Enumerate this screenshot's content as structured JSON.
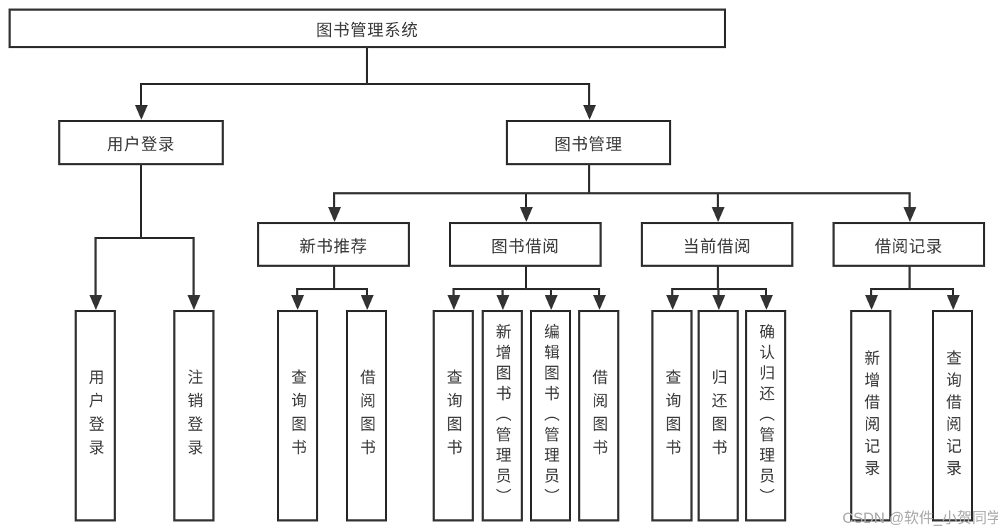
{
  "diagram": {
    "type": "hierarchy-tree",
    "title": "图书管理系统",
    "watermark": "CSDN @软件_小贺同学",
    "colors": {
      "background": "#ffffff",
      "line": "#333333",
      "box_border": "#333333",
      "box_fill": "#ffffff",
      "text": "#3b3b3b",
      "watermark_text": "#a9a9a9"
    },
    "nodes": {
      "root": {
        "label": "图书管理系统",
        "level": 1
      },
      "user_login": {
        "label": "用户登录",
        "level": 2
      },
      "book_mgmt": {
        "label": "图书管理",
        "level": 2
      },
      "new_book_rec": {
        "label": "新书推荐",
        "level": 3
      },
      "book_borrow": {
        "label": "图书借阅",
        "level": 3
      },
      "current_borrow": {
        "label": "当前借阅",
        "level": 3
      },
      "borrow_records": {
        "label": "借阅记录",
        "level": 3
      },
      "leaf_user_login": {
        "label": "用户登录",
        "level": 4
      },
      "leaf_logout": {
        "label": "注销登录",
        "level": 4
      },
      "leaf_query_book_1": {
        "label": "查询图书",
        "level": 4
      },
      "leaf_borrow_book_1": {
        "label": "借阅图书",
        "level": 4
      },
      "leaf_query_book_2": {
        "label": "查询图书",
        "level": 4
      },
      "leaf_add_book": {
        "label": "新增图书（管理员）",
        "level": 4
      },
      "leaf_edit_book": {
        "label": "编辑图书（管理员）",
        "level": 4
      },
      "leaf_borrow_book_2": {
        "label": "借阅图书",
        "level": 4
      },
      "leaf_query_book_3": {
        "label": "查询图书",
        "level": 4
      },
      "leaf_return_book": {
        "label": "归还图书",
        "level": 4
      },
      "leaf_confirm_return": {
        "label": "确认归还（管理员）",
        "level": 4
      },
      "leaf_add_record": {
        "label": "新增借阅记录",
        "level": 4
      },
      "leaf_query_record": {
        "label": "查询借阅记录",
        "level": 4
      }
    },
    "edges": [
      {
        "from": "root",
        "to": "user_login"
      },
      {
        "from": "root",
        "to": "book_mgmt"
      },
      {
        "from": "user_login",
        "to": "leaf_user_login"
      },
      {
        "from": "user_login",
        "to": "leaf_logout"
      },
      {
        "from": "book_mgmt",
        "to": "new_book_rec"
      },
      {
        "from": "book_mgmt",
        "to": "book_borrow"
      },
      {
        "from": "book_mgmt",
        "to": "current_borrow"
      },
      {
        "from": "book_mgmt",
        "to": "borrow_records"
      },
      {
        "from": "new_book_rec",
        "to": "leaf_query_book_1"
      },
      {
        "from": "new_book_rec",
        "to": "leaf_borrow_book_1"
      },
      {
        "from": "book_borrow",
        "to": "leaf_query_book_2"
      },
      {
        "from": "book_borrow",
        "to": "leaf_add_book"
      },
      {
        "from": "book_borrow",
        "to": "leaf_edit_book"
      },
      {
        "from": "book_borrow",
        "to": "leaf_borrow_book_2"
      },
      {
        "from": "current_borrow",
        "to": "leaf_query_book_3"
      },
      {
        "from": "current_borrow",
        "to": "leaf_return_book"
      },
      {
        "from": "current_borrow",
        "to": "leaf_confirm_return"
      },
      {
        "from": "borrow_records",
        "to": "leaf_add_record"
      },
      {
        "from": "borrow_records",
        "to": "leaf_query_record"
      }
    ]
  }
}
